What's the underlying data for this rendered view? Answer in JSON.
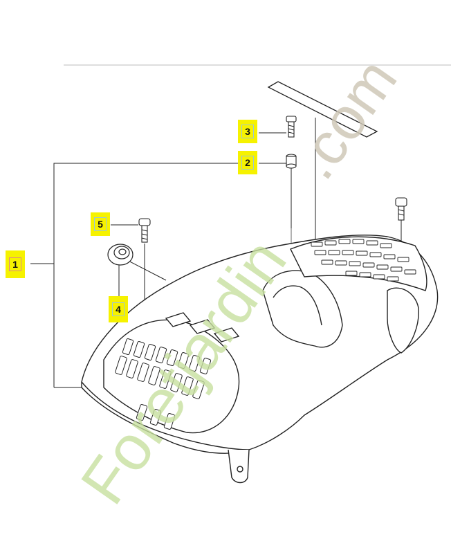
{
  "callouts": {
    "c1": "1",
    "c2": "2",
    "c3": "3",
    "c4": "4",
    "c5": "5"
  },
  "watermark": {
    "text_green": "Foretjardin",
    "text_grey": ".com",
    "color_green": "#c8e0a0",
    "color_grey": "#cfc8b8"
  },
  "colors": {
    "callout_fill": "#f6f200",
    "line": "#222222"
  }
}
